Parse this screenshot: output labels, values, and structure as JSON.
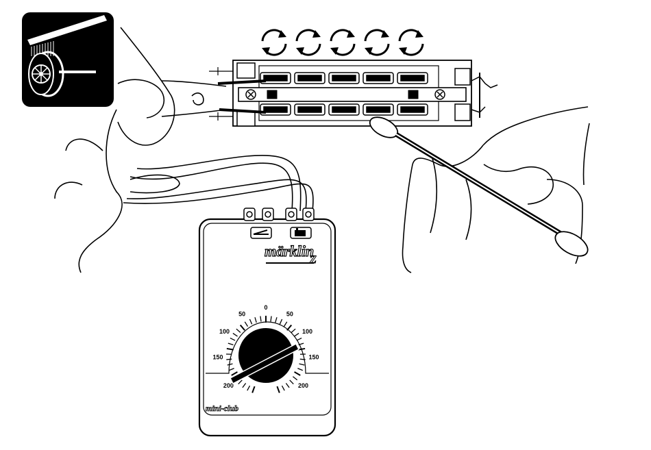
{
  "brand": {
    "name": "märklin",
    "scale": "Z"
  },
  "series": "mini-club",
  "dial": {
    "left_labels": [
      "0",
      "50",
      "100",
      "150",
      "200"
    ],
    "right_labels": [
      "50",
      "100",
      "150",
      "200"
    ]
  },
  "rotation_arrows": 5,
  "icons": {
    "cleaning": "brush-wheel-cleaning-icon",
    "switch_output": "turnout-icon",
    "locomotive_output": "locomotive-icon"
  },
  "colors": {
    "ink": "#000000",
    "paper": "#ffffff"
  }
}
